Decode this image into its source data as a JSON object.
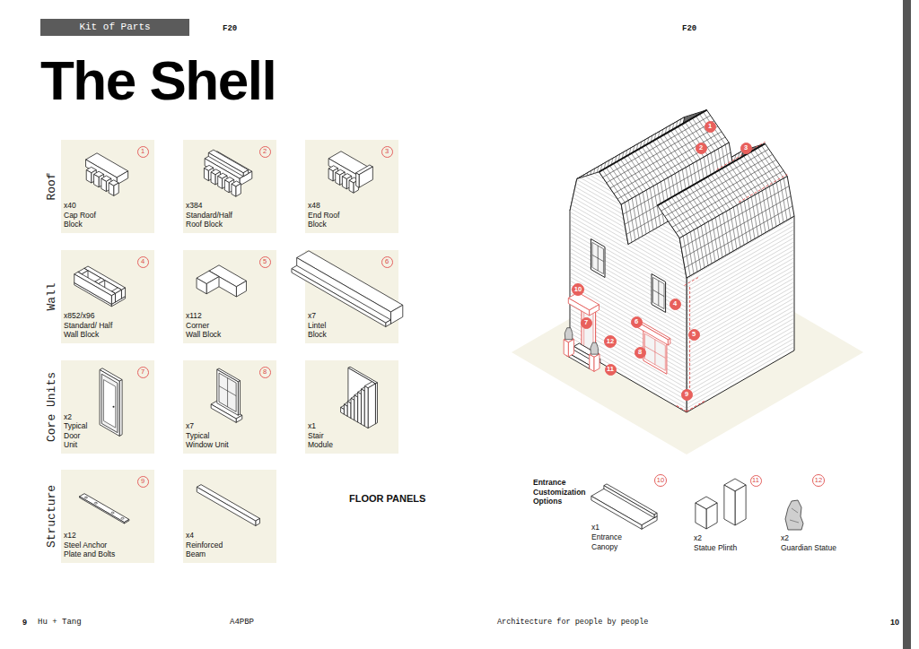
{
  "diagram": {
    "title": "The Shell",
    "nodes": [
      {
        "text": [
          "Kit of Parts"
        ]
      },
      {
        "text": [
          "x40",
          "Cap Roof Block"
        ]
      },
      {
        "text": [
          "1"
        ],
        "in": 1
      },
      {
        "text": [
          "x384",
          "Standard/Half Roof Block"
        ]
      },
      {
        "text": [
          "2"
        ],
        "in": 3
      },
      {
        "text": [
          "x48",
          "End Roof Block"
        ]
      },
      {
        "text": [
          "3"
        ],
        "in": 5
      },
      {
        "text": [
          "x852/x96",
          "Standard/ Half Wall Block"
        ]
      },
      {
        "text": [
          "4"
        ],
        "in": 7
      },
      {
        "text": [
          "x112",
          "Corner Wall Block"
        ]
      },
      {
        "text": [
          "5"
        ],
        "in": 9
      },
      {
        "text": [
          "x7",
          "Lintel Block"
        ]
      },
      {
        "text": [
          "6"
        ],
        "in": 11
      },
      {
        "text": [
          "x2",
          "Typical Door Unit"
        ]
      },
      {
        "text": [
          "7"
        ],
        "in": 13
      },
      {
        "text": [
          "x7",
          "Typical Window Unit"
        ]
      },
      {
        "text": [
          "8"
        ],
        "in": 15
      },
      {
        "text": [
          "x1",
          "Stair Module"
        ]
      },
      {
        "text": [
          "x12",
          "Steel Anchor Plate and Bolts"
        ]
      },
      {
        "text": [
          "9"
        ],
        "in": 18
      },
      {
        "text": [
          "x4",
          "Reinforced Beam"
        ]
      },
      {
        "text": [
          "1"
        ]
      },
      {
        "text": [
          "2"
        ]
      },
      {
        "text": [
          "3"
        ]
      },
      {
        "text": [
          "4"
        ]
      },
      {
        "text": [
          "5"
        ]
      },
      {
        "text": [
          "6"
        ]
      },
      {
        "text": [
          "7"
        ]
      },
      {
        "text": [
          "8"
        ]
      },
      {
        "text": [
          "9"
        ]
      },
      {
        "text": [
          "10"
        ]
      },
      {
        "text": [
          "11"
        ]
      },
      {
        "text": [
          "12"
        ]
      },
      {
        "text": [
          "10"
        ]
      },
      {
        "text": [
          "11"
        ]
      },
      {
        "text": [
          "12"
        ]
      }
    ],
    "labels": [
      "Roof",
      "Wall",
      "Core Units",
      "Structure",
      "F20",
      "F20",
      "FLOOR PANELS",
      "Entrance Customization Options",
      "x1",
      "Entrance Canopy",
      "x2",
      "Statue Plinth",
      "x2",
      "Guardian Statue",
      "9",
      "Hu + Tang",
      "A4PBP",
      "Architecture for people by people",
      "10"
    ]
  }
}
